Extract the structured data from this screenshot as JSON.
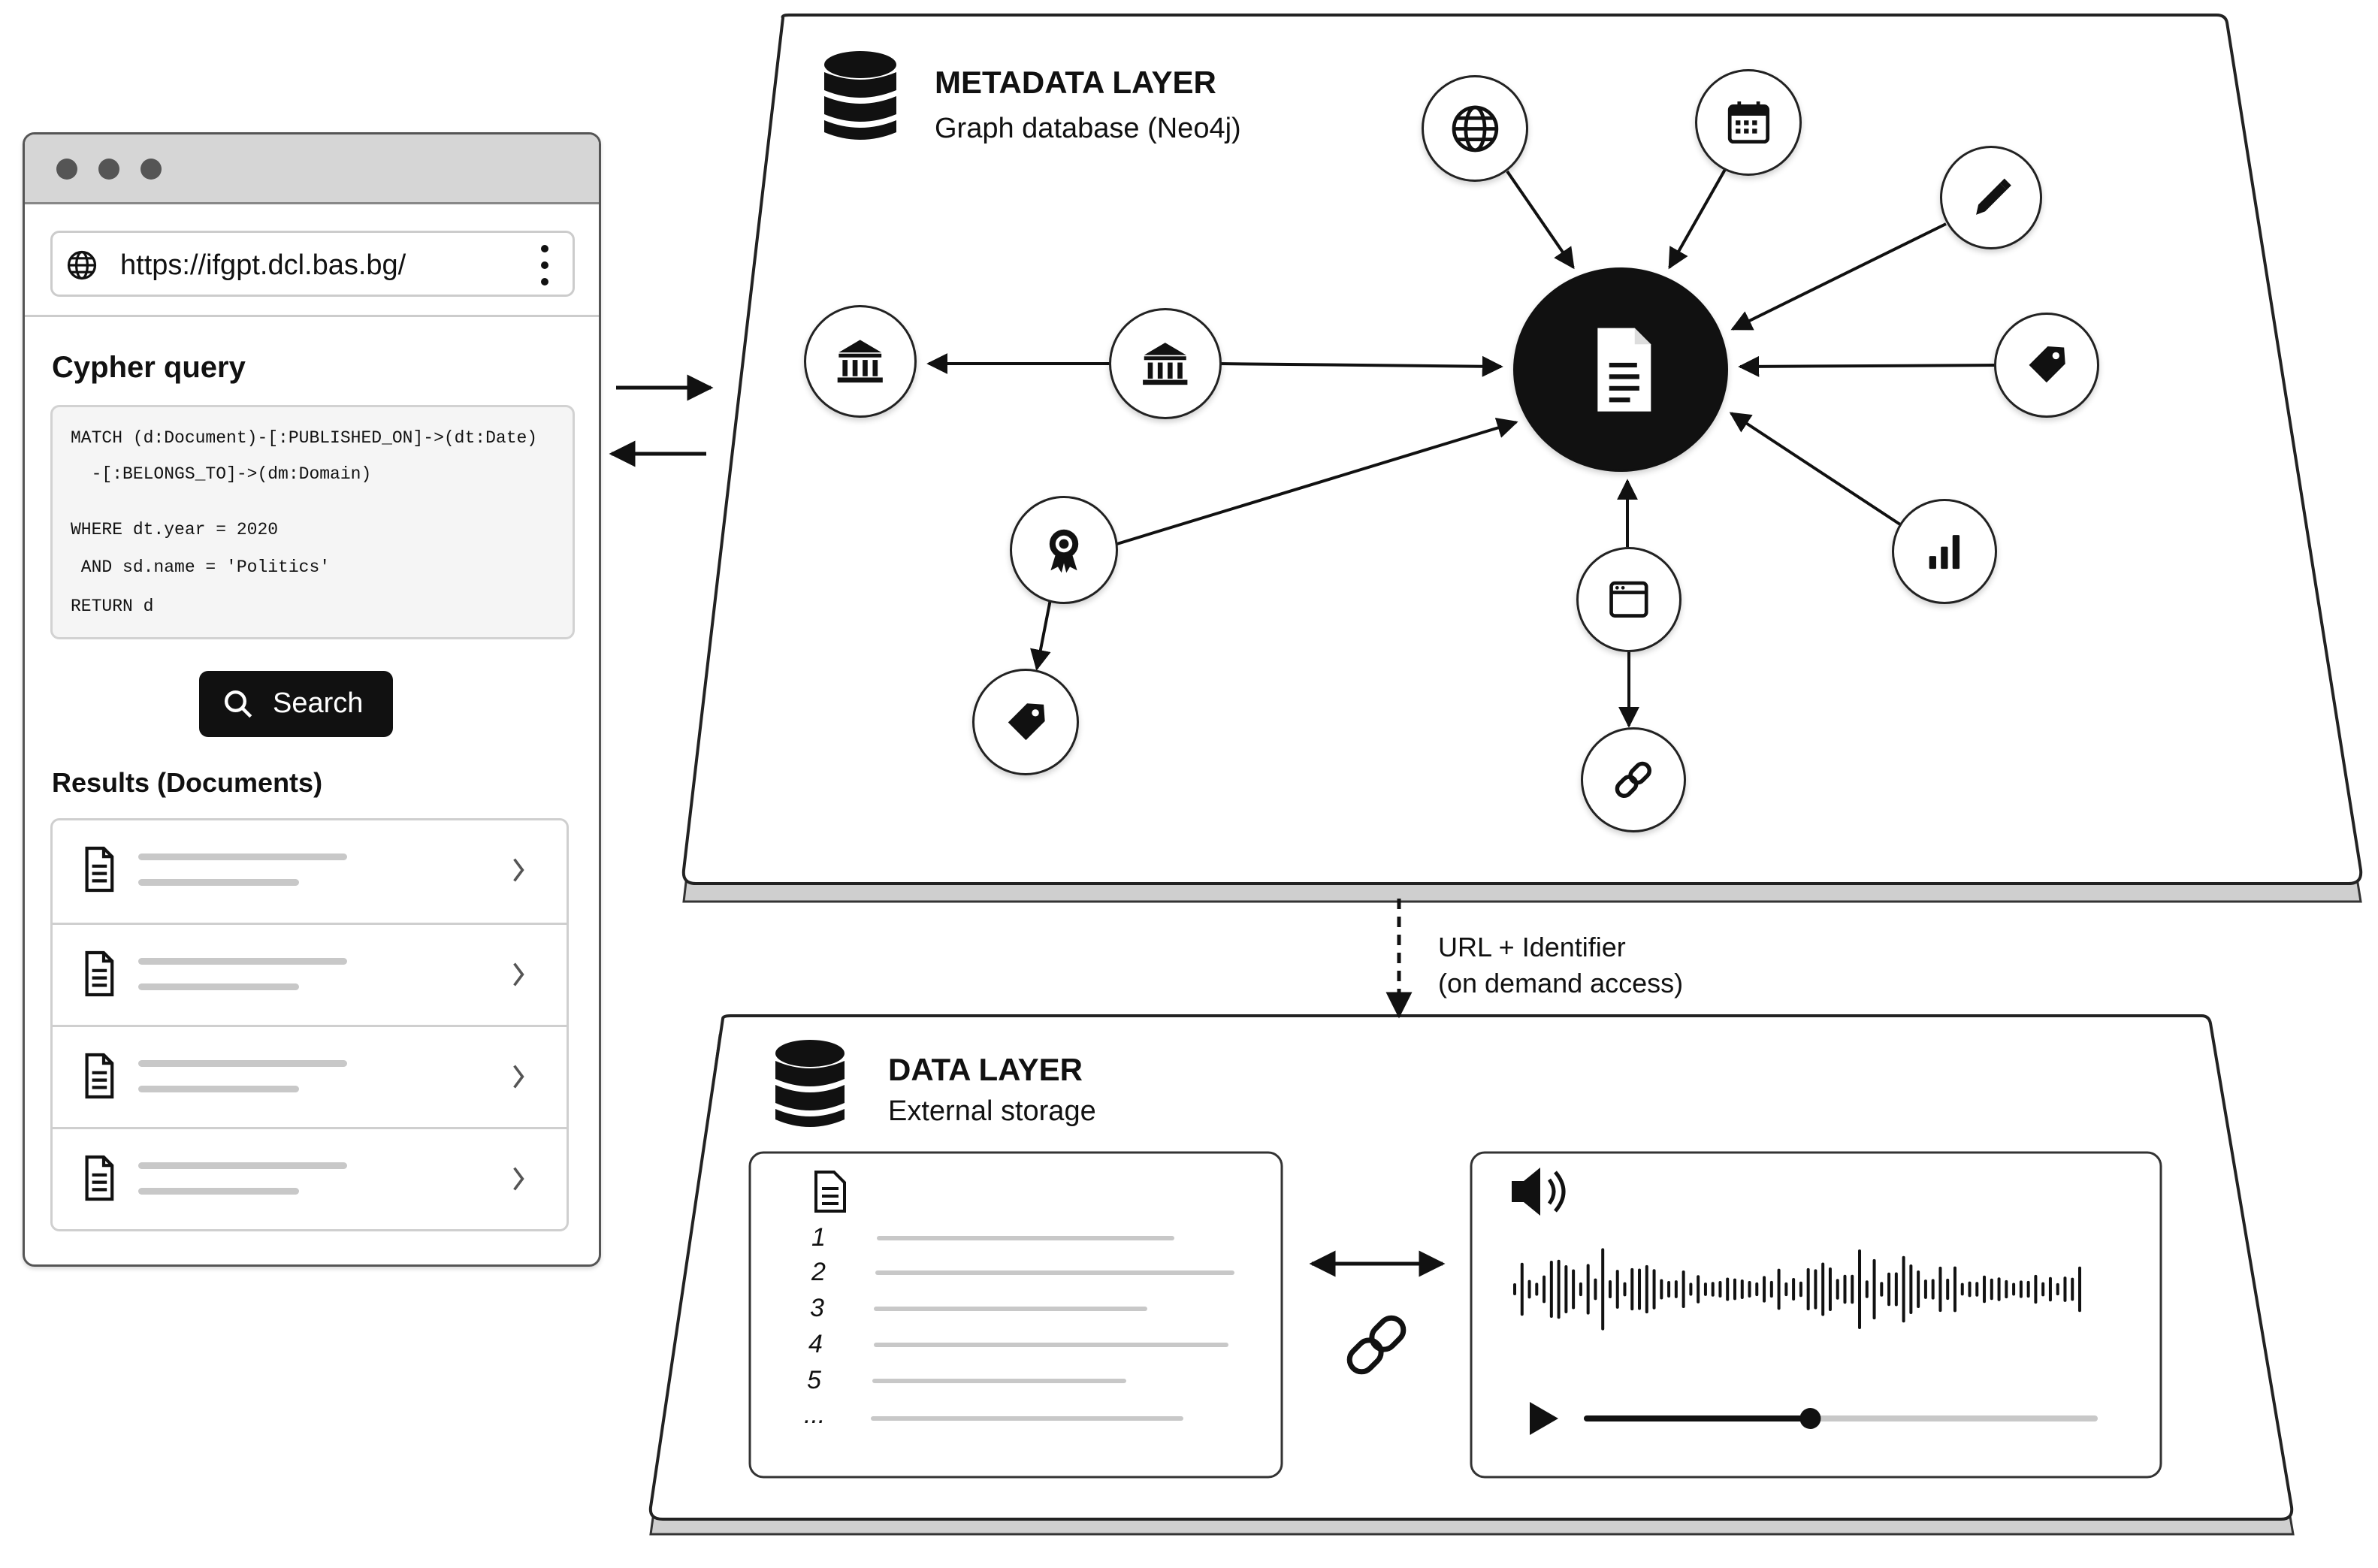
{
  "browser": {
    "url": "https://ifgpt.dcl.bas.bg/",
    "query_title": "Cypher query",
    "query_lines": [
      "MATCH (d:Document)-[:PUBLISHED_ON]->(dt:Date)",
      "  -[:BELONGS_TO]->(dm:Domain)",
      "WHERE dt.year = 2020",
      " AND sd.name = 'Politics'",
      "RETURN d"
    ],
    "search_label": "Search",
    "results_title": "Results (Documents)",
    "results_count": 4
  },
  "metadata_layer": {
    "title": "METADATA LAYER",
    "subtitle": "Graph database (Neo4j)",
    "center_node": "document-icon",
    "nodes": [
      "globe-icon",
      "calendar-icon",
      "pencil-icon",
      "tag-icon",
      "bar-chart-icon",
      "window-icon",
      "link-icon",
      "award-icon",
      "tag-icon",
      "institution-icon",
      "institution-icon"
    ]
  },
  "connector": {
    "label_line1": "URL + Identifier",
    "label_line2": "(on demand access)"
  },
  "data_layer": {
    "title": "DATA LAYER",
    "subtitle": "External storage",
    "line_numbers": [
      "1",
      "2",
      "3",
      "4",
      "5",
      "..."
    ],
    "audio_progress": 0.44
  },
  "colors": {
    "ink": "#111111",
    "panel": "#ffffff",
    "muted": "#c8c8c8"
  }
}
